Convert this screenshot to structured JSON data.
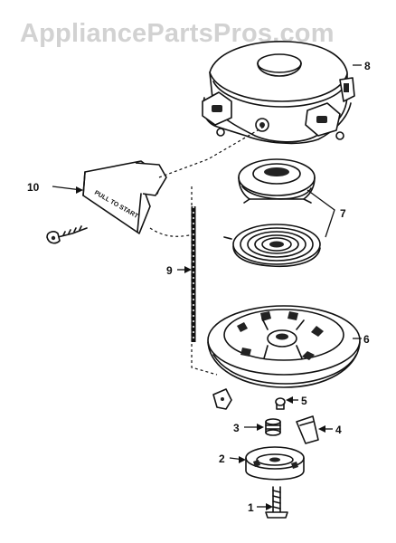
{
  "watermark": "AppliancePartsPros.com",
  "handle_label": "PULL TO START",
  "callouts": {
    "c1": "1",
    "c2": "2",
    "c3": "3",
    "c4": "4",
    "c5": "5",
    "c6": "6",
    "c7": "7",
    "c8": "8",
    "c9": "9",
    "c10": "10"
  }
}
